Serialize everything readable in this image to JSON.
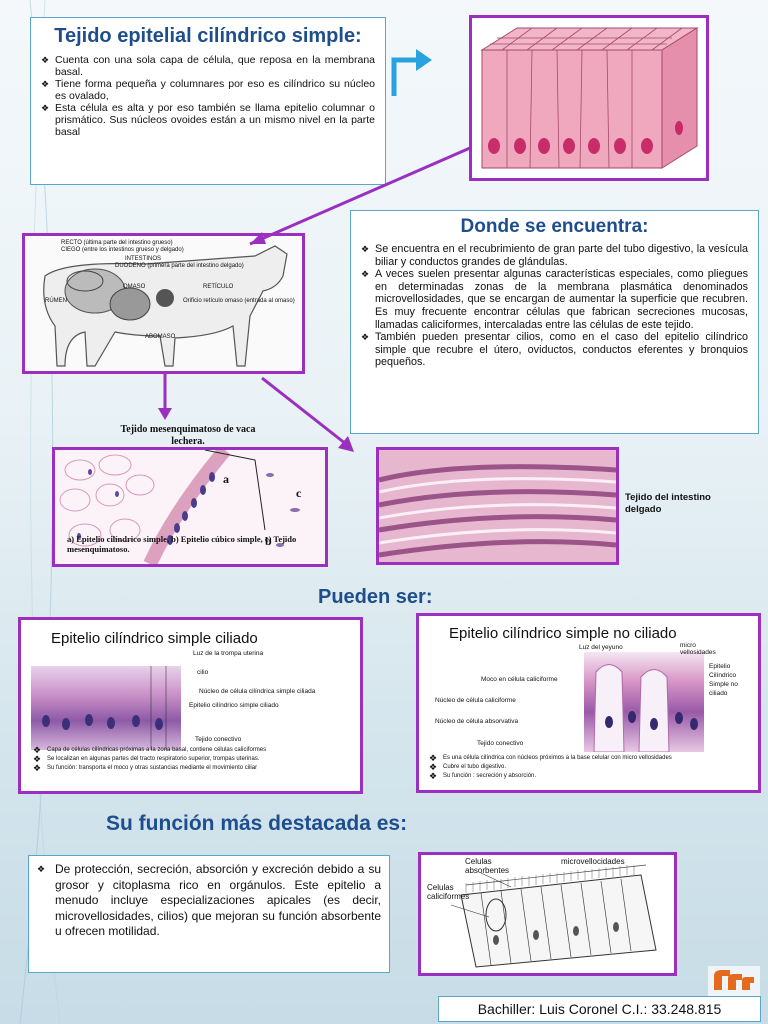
{
  "title_box": {
    "title": "Tejido epitelial cilíndrico simple:",
    "bullets": [
      "Cuenta con una sola capa de célula, que reposa en la membrana basal.",
      "Tiene forma pequeña y columnares por eso es cilíndrico su núcleo es ovalado,",
      "Esta célula es alta y por eso también se llama epitelio columnar o prismático. Sus núcleos ovoides están a un mismo nivel en la parte basal"
    ]
  },
  "donde": {
    "title": "Donde se encuentra:",
    "bullets": [
      "Se encuentra en el recubrimiento de gran parte del tubo digestivo, la vesícula biliar y conductos grandes de glándulas.",
      "A veces suelen presentar algunas características especiales, como pliegues en determinadas zonas de la membrana plasmática denominados microvellosidades, que se encargan de aumentar la superficie que recubren. Es muy frecuente encontrar células que fabrican secreciones mucosas, llamadas caliciformes, intercaladas entre las células de este tejido.",
      "También pueden presentar cilios, como en el caso del epitelio cilíndrico simple que recubre el útero, oviductos, conductos eferentes y bronquios pequeños."
    ]
  },
  "cow": {
    "labels": [
      "RECTO (última parte del intestino grueso)",
      "CIEGO (entre los intestinos grueso y delgado)",
      "INTESTINOS",
      "DUODENO (primera parte del intestino delgado)",
      "OMASO",
      "RETÍCULO",
      "RÚMEN",
      "Orificio retículo omaso (entrada al omaso)",
      "ABOMASO"
    ]
  },
  "caption_vaca": "Tejido mesenquimatoso de vaca lechera.",
  "mesen": {
    "letters": [
      "a",
      "b",
      "c"
    ],
    "caption": "a) Epitelio cilíndrico simple, b) Epitelio cúbico simple, c) Tejido mesenquimatoso."
  },
  "caption_intestino": "Tejido del intestino delgado",
  "pueden": "Pueden ser:",
  "ciliado": {
    "title": "Epitelio cilíndrico simple ciliado",
    "labels": [
      "Luz de la trompa uterina",
      "cilio",
      "Núcleo de célula cilíndrica simple ciliada",
      "Epitelio cilíndrico simple ciliado",
      "Tejido conectivo"
    ],
    "bullets": [
      "Capa de células cilíndricas próximas a la zona basal, contiene células caliciformes",
      "Se localizan en algunas partes del tracto respiratorio superior, trompas uterinas.",
      "Su función: transporta el moco y otras sustancias mediante el movimiento ciliar"
    ]
  },
  "no_ciliado": {
    "title": "Epitelio cilíndrico simple no ciliado",
    "labels": [
      "Luz del yeyuno",
      "micro vellosidades",
      "Moco en célula caliciforme",
      "Núcleo de célula caliciforme",
      "Núcleo de célula absorvativa",
      "Tejido conectivo",
      "Epitelio Cilíndrico Simple no ciliado"
    ],
    "bullets": [
      "Es una célula cilíndrica con núcleos próximos a la base celular con micro vellosidades",
      "Cubre el tubo digestivo.",
      "Su función : secreción y absorción."
    ]
  },
  "funcion": {
    "heading": "Su función más destacada es:",
    "text": "De protección, secreción, absorción y excreción debido a su grosor y citoplasma rico en orgánulos. Este epitelio a menudo incluye especializaciones apicales (es decir, microvellosidades, cilios) que mejoran su función absorbente u ofrecen motilidad."
  },
  "absorb": {
    "labels": [
      "Celulas absorbentes",
      "microvellocidades",
      "Celulas caliciformes"
    ]
  },
  "footer": "Bachiller: Luis Coronel C.I.: 33.248.815",
  "colors": {
    "title_blue": "#1f4e8c",
    "frame_purple": "#9a2fc0",
    "box_border": "#5aa5c8"
  }
}
